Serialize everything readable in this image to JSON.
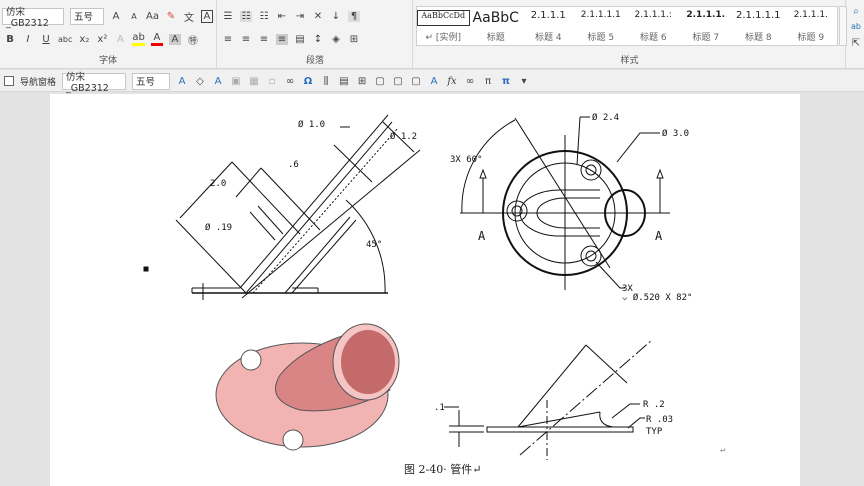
{
  "ribbon": {
    "font_group": {
      "label": "字体",
      "font_name": "仿宋_GB2312",
      "font_size": "五号",
      "grow": "A",
      "shrink": "A",
      "case": "Aa",
      "bold": "B",
      "italic": "I",
      "underline": "U",
      "strike": "abc",
      "sub": "x₂",
      "sup": "x²"
    },
    "paragraph_group": {
      "label": "段落"
    },
    "styles_group": {
      "label": "样式",
      "items": [
        {
          "preview": "AaBbCcDd",
          "name": "↵ [实例]"
        },
        {
          "preview": "AaBbC",
          "name": "标题"
        },
        {
          "preview": "2.1.1.1",
          "name": "标题 4"
        },
        {
          "preview": "2.1.1.1.1",
          "name": "标题 5"
        },
        {
          "preview": "2.1.1.1.:",
          "name": "标题 6"
        },
        {
          "preview": "2.1.1.1.",
          "name": "标题 7"
        },
        {
          "preview": "2.1.1.1.1",
          "name": "标题 8"
        },
        {
          "preview": "2.1.1.1.",
          "name": "标题 9"
        }
      ]
    }
  },
  "toolbar2": {
    "nav_pane": "导航窗格",
    "font_name": "仿宋_GB2312",
    "font_size": "五号",
    "pi": "π",
    "fx": "fx",
    "infinity": "∞",
    "omega": "Ω"
  },
  "drawing": {
    "side_view": {
      "d_outer": "Ø 1.2",
      "d_inner": "Ø 1.0",
      "len": "2.0",
      "offset": ".6",
      "hole": "Ø .19",
      "angle": "45°"
    },
    "top_view": {
      "d_24": "Ø 2.4",
      "d_30": "Ø 3.0",
      "angle": "3X 60°",
      "section_left": "A",
      "section_right": "A",
      "holes_count": "3X",
      "holes_spec": "⌵ Ø.520 X 82°"
    },
    "section_view": {
      "thickness": ".1",
      "r_fillet": "R .2",
      "r_small": "R .03",
      "typ": "TYP"
    },
    "colors": {
      "part": "#f0a8a8",
      "part_dark": "#c86e6e"
    }
  },
  "caption": "图 2-40· 管件↵",
  "para_mark": "↵"
}
